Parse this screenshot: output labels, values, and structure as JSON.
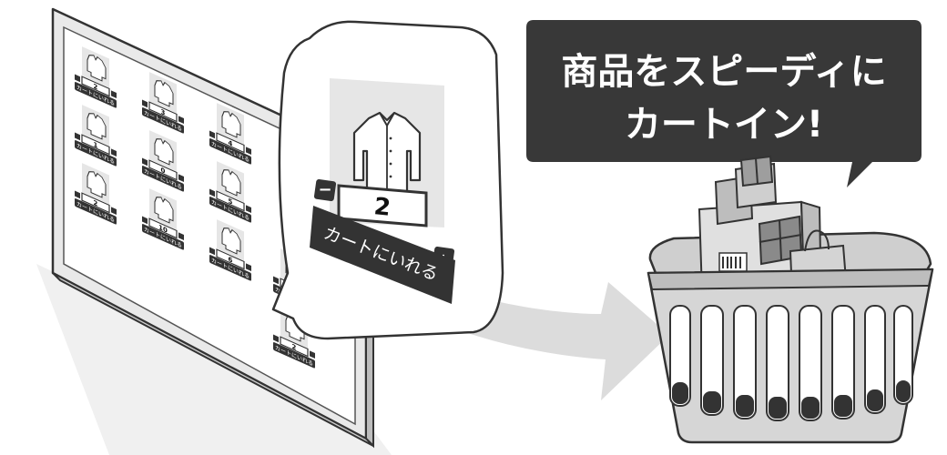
{
  "headline": {
    "line1": "商品をスピーディに",
    "line2": "カートイン!"
  },
  "add_button_label": "カートにいれる",
  "minus_symbol": "−",
  "plus_symbol": "+",
  "zoom_card": {
    "quantity": "2",
    "product": "shirt-icon"
  },
  "products": [
    {
      "icon": "shirt-icon",
      "quantity": "2"
    },
    {
      "icon": "shirt-icon",
      "quantity": "3"
    },
    {
      "icon": "sweater-icon",
      "quantity": "4"
    },
    {
      "icon": "overalls-icon",
      "quantity": "1"
    },
    {
      "icon": "blouse-icon",
      "quantity": "0"
    },
    {
      "icon": "pants-icon",
      "quantity": "5"
    },
    {
      "icon": "jacket-icon",
      "quantity": "2"
    },
    {
      "icon": "pants-icon",
      "quantity": "10"
    },
    {
      "icon": "skirt-icon",
      "quantity": "6"
    },
    {
      "icon": "sock-icon",
      "quantity": "2"
    },
    {
      "icon": "shirt-icon",
      "quantity": "3"
    }
  ],
  "colors": {
    "bubble": "#383838",
    "bubble_text": "#ffffff",
    "arrow": "#d9d9d9",
    "panel_gray": "#e6e6e6",
    "outline": "#333333"
  }
}
